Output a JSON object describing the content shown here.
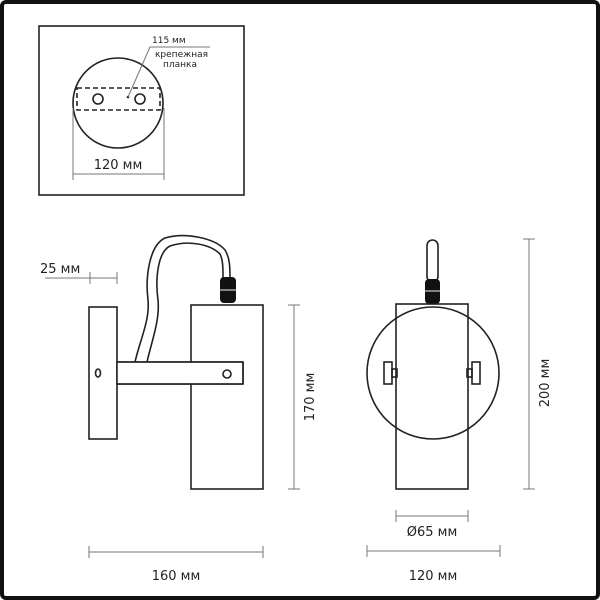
{
  "inset": {
    "plate_width": "115 мм",
    "plate_label_line1": "крепежная",
    "plate_label_line2": "планка",
    "base_diameter": "120 мм"
  },
  "side_view": {
    "wall_offset": "25 мм",
    "height": "170 мм",
    "depth": "160 мм"
  },
  "front_view": {
    "height": "200 мм",
    "shade_diameter": "Ø65 мм",
    "base_width": "120 мм"
  }
}
